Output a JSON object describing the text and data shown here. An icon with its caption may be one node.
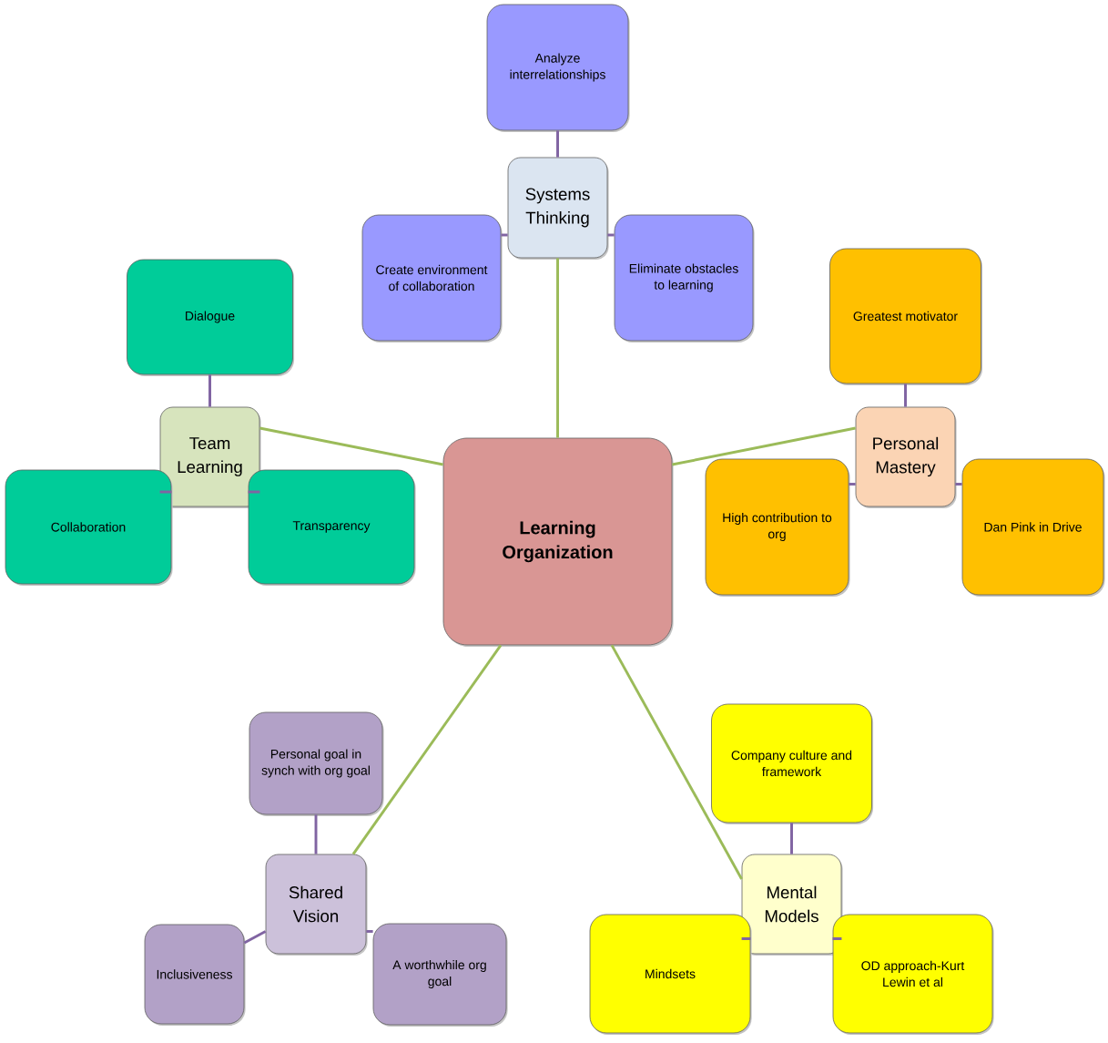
{
  "diagram": {
    "nodes": [
      {
        "text": [
          "Learning Organization"
        ]
      },
      {
        "text": [
          "Analyze interrelationships"
        ]
      },
      {
        "text": [
          "Systems Thinking"
        ]
      },
      {
        "text": [
          "Create environment of collaboration"
        ]
      },
      {
        "text": [
          "Eliminate obstacles to learning"
        ]
      },
      {
        "text": [
          "Greatest motivator"
        ]
      },
      {
        "text": [
          "Dialogue"
        ]
      },
      {
        "text": [
          "Team Learning"
        ]
      },
      {
        "text": [
          "Personal Mastery"
        ]
      },
      {
        "text": [
          "Collaboration"
        ]
      },
      {
        "text": [
          "Transparency"
        ]
      },
      {
        "text": [
          "High contribution to org"
        ]
      },
      {
        "text": [
          "Dan Pink in Drive"
        ]
      },
      {
        "text": [
          "Personal goal in synch with org goal"
        ]
      },
      {
        "text": [
          "Company culture and framework"
        ]
      },
      {
        "text": [
          "Shared Vision"
        ]
      },
      {
        "text": [
          "Mental Models"
        ]
      },
      {
        "text": [
          "Inclusiveness"
        ]
      },
      {
        "text": [
          "A worthwhile org goal"
        ]
      },
      {
        "text": [
          "Mindsets"
        ]
      },
      {
        "text": [
          "OD approach-Kurt Lewin et al"
        ]
      }
    ],
    "edges": [
      {
        "from": 0,
        "to": 2,
        "arrow": "none",
        "color": "#9bbb59"
      },
      {
        "from": 0,
        "to": 7,
        "arrow": "none",
        "color": "#9bbb59"
      },
      {
        "from": 0,
        "to": 8,
        "arrow": "none",
        "color": "#9bbb59"
      },
      {
        "from": 0,
        "to": 15,
        "arrow": "none",
        "color": "#9bbb59"
      },
      {
        "from": 0,
        "to": 16,
        "arrow": "none",
        "color": "#9bbb59"
      },
      {
        "from": 2,
        "to": 1,
        "arrow": "none"
      },
      {
        "from": 2,
        "to": 3,
        "arrow": "none"
      },
      {
        "from": 2,
        "to": 4,
        "arrow": "none"
      },
      {
        "from": 7,
        "to": 6,
        "arrow": "none"
      },
      {
        "from": 7,
        "to": 9,
        "arrow": "none"
      },
      {
        "from": 7,
        "to": 10,
        "arrow": "none"
      },
      {
        "from": 8,
        "to": 5,
        "arrow": "none"
      },
      {
        "from": 8,
        "to": 11,
        "arrow": "none"
      },
      {
        "from": 8,
        "to": 12,
        "arrow": "none"
      },
      {
        "from": 15,
        "to": 13,
        "arrow": "none"
      },
      {
        "from": 15,
        "to": 17,
        "arrow": "none"
      },
      {
        "from": 15,
        "to": 18,
        "arrow": "none"
      },
      {
        "from": 16,
        "to": 14,
        "arrow": "none"
      },
      {
        "from": 16,
        "to": 19,
        "arrow": "none"
      },
      {
        "from": 16,
        "to": 20,
        "arrow": "none"
      }
    ]
  }
}
